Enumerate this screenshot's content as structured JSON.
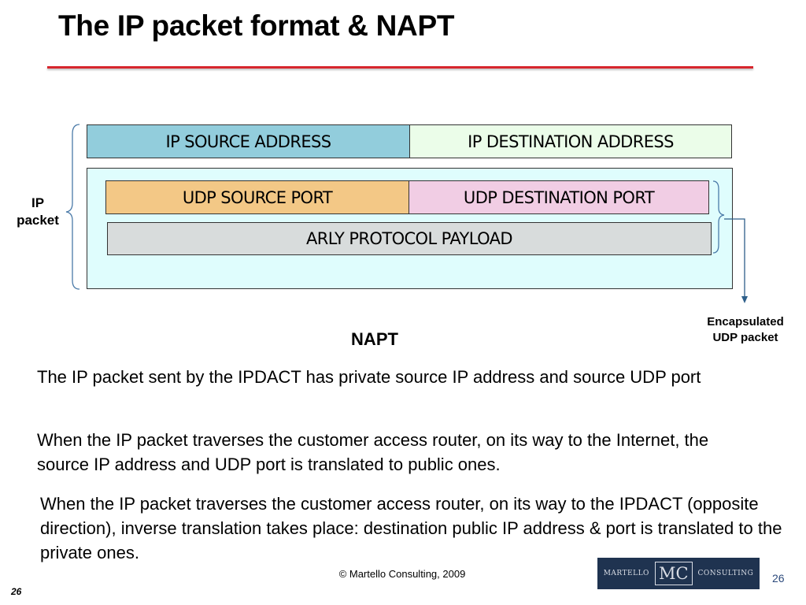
{
  "slide": {
    "title": "The IP packet format & NAPT",
    "colors": {
      "title_rule": "#d7262d"
    }
  },
  "diagram": {
    "ip_source_address": "IP SOURCE ADDRESS",
    "ip_destination_address": "IP DESTINATION ADDRESS",
    "udp_source_port": "UDP SOURCE PORT",
    "udp_destination_port": "UDP DESTINATION PORT",
    "payload": "ARLY PROTOCOL PAYLOAD",
    "ip_packet_label_line1": "IP",
    "ip_packet_label_line2": "packet",
    "encapsulated_label_line1": "Encapsulated",
    "encapsulated_label_line2": "UDP packet",
    "colors": {
      "ip_source": "#92cddc",
      "ip_destination": "#ebfde9",
      "udp_source": "#f3c886",
      "udp_destination": "#f1cde4",
      "payload": "#d8dcdc",
      "ip_body": "#dffdfd",
      "bracket": "#4a7aa8"
    }
  },
  "content": {
    "heading": "NAPT",
    "paragraphs": [
      "The IP packet sent by the IPDACT has private source IP address and source UDP port",
      "When the IP packet traverses the customer access router, on its way to the Internet, the source IP address and UDP port is translated to public ones.",
      "When the IP packet traverses the customer access router, on its way to the IPDACT (opposite direction), inverse translation takes place: destination public IP address & port is translated to the private ones."
    ]
  },
  "footer": {
    "copyright": "© Martello Consulting, 2009",
    "slide_number": "26",
    "logo_left": "MARTELLO",
    "logo_mono": "MC",
    "logo_right": "CONSULTING"
  }
}
